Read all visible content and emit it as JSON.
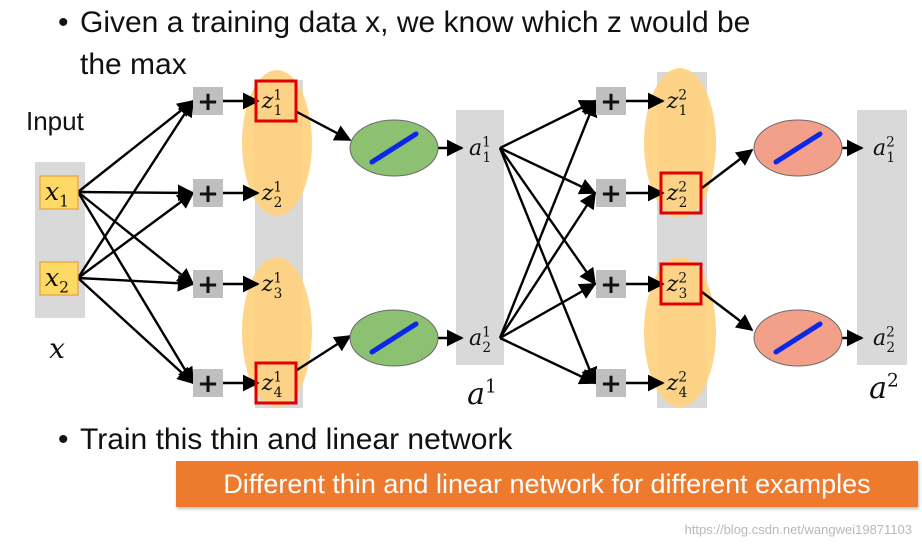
{
  "bullets": [
    "Given a training data x, we know which z would be",
    "the max",
    "Train this thin and linear network"
  ],
  "input_label": "Input",
  "callout": "Different thin and linear network for different examples",
  "watermark": "https://blog.csdn.net/wangwei19871103",
  "plus_symbol": "+",
  "input_nodes": [
    {
      "base": "x",
      "sub": "1"
    },
    {
      "base": "x",
      "sub": "2"
    }
  ],
  "input_vector_label": "x",
  "layer1_z": [
    {
      "base": "z",
      "sup": "1",
      "sub": "1",
      "highlighted": true
    },
    {
      "base": "z",
      "sup": "1",
      "sub": "2",
      "highlighted": false
    },
    {
      "base": "z",
      "sup": "1",
      "sub": "3",
      "highlighted": false
    },
    {
      "base": "z",
      "sup": "1",
      "sub": "4",
      "highlighted": true
    }
  ],
  "layer1_a": [
    {
      "base": "a",
      "sup": "1",
      "sub": "1"
    },
    {
      "base": "a",
      "sup": "1",
      "sub": "2"
    }
  ],
  "layer1_vector_label": {
    "base": "a",
    "sup": "1"
  },
  "layer2_z": [
    {
      "base": "z",
      "sup": "2",
      "sub": "1",
      "highlighted": false
    },
    {
      "base": "z",
      "sup": "2",
      "sub": "2",
      "highlighted": true
    },
    {
      "base": "z",
      "sup": "2",
      "sub": "3",
      "highlighted": true
    },
    {
      "base": "z",
      "sup": "2",
      "sub": "4",
      "highlighted": false
    }
  ],
  "layer2_a": [
    {
      "base": "a",
      "sup": "2",
      "sub": "1"
    },
    {
      "base": "a",
      "sup": "2",
      "sub": "2"
    }
  ],
  "layer2_vector_label": {
    "base": "a",
    "sup": "2"
  },
  "colors": {
    "gray_column": "#d9d9d9",
    "input_node_fill": "#ffd966",
    "input_node_border": "#e6a23c",
    "ellipse_fill": "#ffd37f",
    "highlight_border": "#e00000",
    "linear_unit_1": "#8cc172",
    "linear_unit_2": "#f3a08a",
    "line_blue": "#0a28e6",
    "plus_box": "#bfbfbf",
    "callout": "#ee7a2e"
  }
}
